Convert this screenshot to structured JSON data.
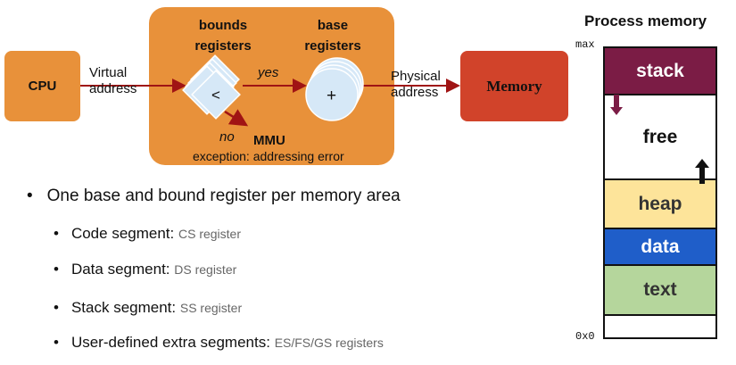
{
  "diagram": {
    "cpu": "CPU",
    "virtual_label_1": "Virtual",
    "virtual_label_2": "address",
    "bounds_label_1": "bounds",
    "bounds_label_2": "registers",
    "base_label_1": "base",
    "base_label_2": "registers",
    "compare_symbol": "<",
    "add_symbol": "+",
    "yes": "yes",
    "no": "no",
    "mmu": "MMU",
    "exception": "exception: addressing error",
    "physical_label_1": "Physical",
    "physical_label_2": "address",
    "memory": "Memory"
  },
  "process_memory": {
    "title": "Process memory",
    "max_label": "max",
    "min_label": "0x0",
    "segments": [
      {
        "label": "stack",
        "color": "#7b1c45",
        "text_color": "#ffffff"
      },
      {
        "label": "free",
        "color": "#ffffff",
        "text_color": "#111111"
      },
      {
        "label": "heap",
        "color": "#fde49a",
        "text_color": "#333333"
      },
      {
        "label": "data",
        "color": "#1f5ec9",
        "text_color": "#ffffff"
      },
      {
        "label": "text",
        "color": "#b5d69c",
        "text_color": "#333333"
      }
    ]
  },
  "bullets": {
    "main": "One base and bound register per memory area",
    "items": [
      {
        "label": "Code segment:",
        "detail": "CS register"
      },
      {
        "label": "Data segment:",
        "detail": "DS register"
      },
      {
        "label": "Stack segment:",
        "detail": "SS register"
      },
      {
        "label": "User-defined extra segments:",
        "detail": "ES/FS/GS registers"
      }
    ]
  },
  "colors": {
    "orange": "#e8913a",
    "memory_red": "#d1432a",
    "arrow_red": "#a01414",
    "register_blue": "#d6e8f7"
  }
}
